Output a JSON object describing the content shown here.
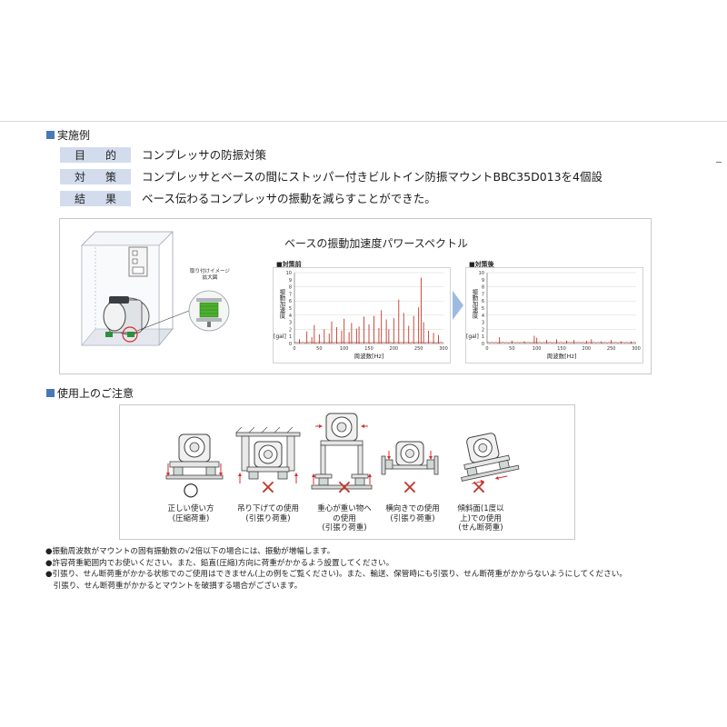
{
  "section1": {
    "title": "実施例",
    "rows": [
      {
        "label": [
          "目",
          "的"
        ],
        "text": "コンプレッサの防振対策"
      },
      {
        "label": [
          "対",
          "策"
        ],
        "text": "コンプレッサとベースの間にストッパー付きビルトイン防振マウントBBC35D013を4個設"
      },
      {
        "label": [
          "結",
          "果"
        ],
        "text": "ベース伝わるコンプレッサの振動を減らすことができた。"
      }
    ]
  },
  "illustration": {
    "callout": "取り付けイメージ\n拡大図"
  },
  "spectrum": {
    "title": "ベースの振動加速度パワースペクトル",
    "before_label": "■対策前",
    "after_label": "■対策後",
    "arrow_color": "#9dbbe0",
    "line_color": "#c0392b"
  },
  "chart_data": [
    {
      "type": "line",
      "title": "■対策前",
      "xlabel": "周波数[Hz]",
      "ylabel": "振動加速度[gal]",
      "xlim": [
        0,
        300
      ],
      "ylim": [
        0,
        10
      ],
      "xticks": [
        0,
        50,
        100,
        150,
        200,
        250,
        300
      ],
      "yticks": [
        0,
        1,
        2,
        3,
        4,
        5,
        6,
        7,
        8,
        9,
        10
      ],
      "grid": true,
      "peaks": [
        {
          "x": 10,
          "y": 0.6
        },
        {
          "x": 25,
          "y": 1.7
        },
        {
          "x": 35,
          "y": 0.9
        },
        {
          "x": 40,
          "y": 2.6
        },
        {
          "x": 50,
          "y": 1.3
        },
        {
          "x": 60,
          "y": 2.0
        },
        {
          "x": 70,
          "y": 1.4
        },
        {
          "x": 75,
          "y": 3.1
        },
        {
          "x": 85,
          "y": 2.3
        },
        {
          "x": 95,
          "y": 1.8
        },
        {
          "x": 100,
          "y": 3.5
        },
        {
          "x": 110,
          "y": 1.6
        },
        {
          "x": 115,
          "y": 2.9
        },
        {
          "x": 125,
          "y": 2.1
        },
        {
          "x": 130,
          "y": 2.4
        },
        {
          "x": 140,
          "y": 3.8
        },
        {
          "x": 150,
          "y": 2.7
        },
        {
          "x": 160,
          "y": 3.9
        },
        {
          "x": 170,
          "y": 2.2
        },
        {
          "x": 175,
          "y": 4.7
        },
        {
          "x": 185,
          "y": 3.4
        },
        {
          "x": 190,
          "y": 2.0
        },
        {
          "x": 200,
          "y": 3.6
        },
        {
          "x": 210,
          "y": 6.2
        },
        {
          "x": 220,
          "y": 4.3
        },
        {
          "x": 230,
          "y": 2.5
        },
        {
          "x": 240,
          "y": 3.9
        },
        {
          "x": 250,
          "y": 5.1
        },
        {
          "x": 255,
          "y": 9.3
        },
        {
          "x": 260,
          "y": 3.0
        },
        {
          "x": 270,
          "y": 1.8
        },
        {
          "x": 280,
          "y": 1.5
        },
        {
          "x": 290,
          "y": 1.2
        }
      ]
    },
    {
      "type": "line",
      "title": "■対策後",
      "xlabel": "周波数[Hz]",
      "ylabel": "振動加速度[gal]",
      "xlim": [
        0,
        300
      ],
      "ylim": [
        0,
        10
      ],
      "xticks": [
        0,
        50,
        100,
        150,
        200,
        250,
        300
      ],
      "yticks": [
        0,
        1,
        2,
        3,
        4,
        5,
        6,
        7,
        8,
        9,
        10
      ],
      "grid": true,
      "peaks": [
        {
          "x": 25,
          "y": 0.9
        },
        {
          "x": 50,
          "y": 0.4
        },
        {
          "x": 75,
          "y": 0.3
        },
        {
          "x": 95,
          "y": 1.1
        },
        {
          "x": 100,
          "y": 0.8
        },
        {
          "x": 120,
          "y": 0.5
        },
        {
          "x": 140,
          "y": 0.6
        },
        {
          "x": 160,
          "y": 0.4
        },
        {
          "x": 175,
          "y": 0.5
        },
        {
          "x": 200,
          "y": 0.4
        },
        {
          "x": 210,
          "y": 0.6
        },
        {
          "x": 230,
          "y": 0.3
        },
        {
          "x": 250,
          "y": 0.5
        },
        {
          "x": 270,
          "y": 0.3
        },
        {
          "x": 290,
          "y": 0.3
        }
      ]
    }
  ],
  "section2": {
    "title": "使用上のご注意",
    "items": [
      {
        "mark": "○",
        "mark_color": "#333333",
        "caption": [
          "正しい使い方",
          "(圧縮荷重)"
        ]
      },
      {
        "mark": "×",
        "mark_color": "#c0392b",
        "caption": [
          "吊り下げての使用",
          "(引張り荷重)"
        ]
      },
      {
        "mark": "×",
        "mark_color": "#c0392b",
        "caption": [
          "重心が重い物へ",
          "の使用",
          "(引張り荷重)"
        ]
      },
      {
        "mark": "×",
        "mark_color": "#c0392b",
        "caption": [
          "横向きでの使用",
          "(引張り荷重)"
        ]
      },
      {
        "mark": "×",
        "mark_color": "#c0392b",
        "caption": [
          "傾斜面(1度以",
          "上)での使用",
          "(せん断荷重)"
        ]
      }
    ],
    "notes": [
      "●振動周波数がマウントの固有振動数の√2倍以下の場合には、振動が増幅します。",
      "●許容荷重範囲内でお使いください。また、鉛直(圧縮)方向に荷重がかかるよう設置してください。",
      "●引張り、せん断荷重がかかる状態でのご使用はできません(上の例をご覧ください)。また、輸送、保管時にも引張り、せん断荷重がかからないようにしてください。",
      "　引張り、せん断荷重がかかるとマウントを破損する場合がございます。"
    ]
  }
}
